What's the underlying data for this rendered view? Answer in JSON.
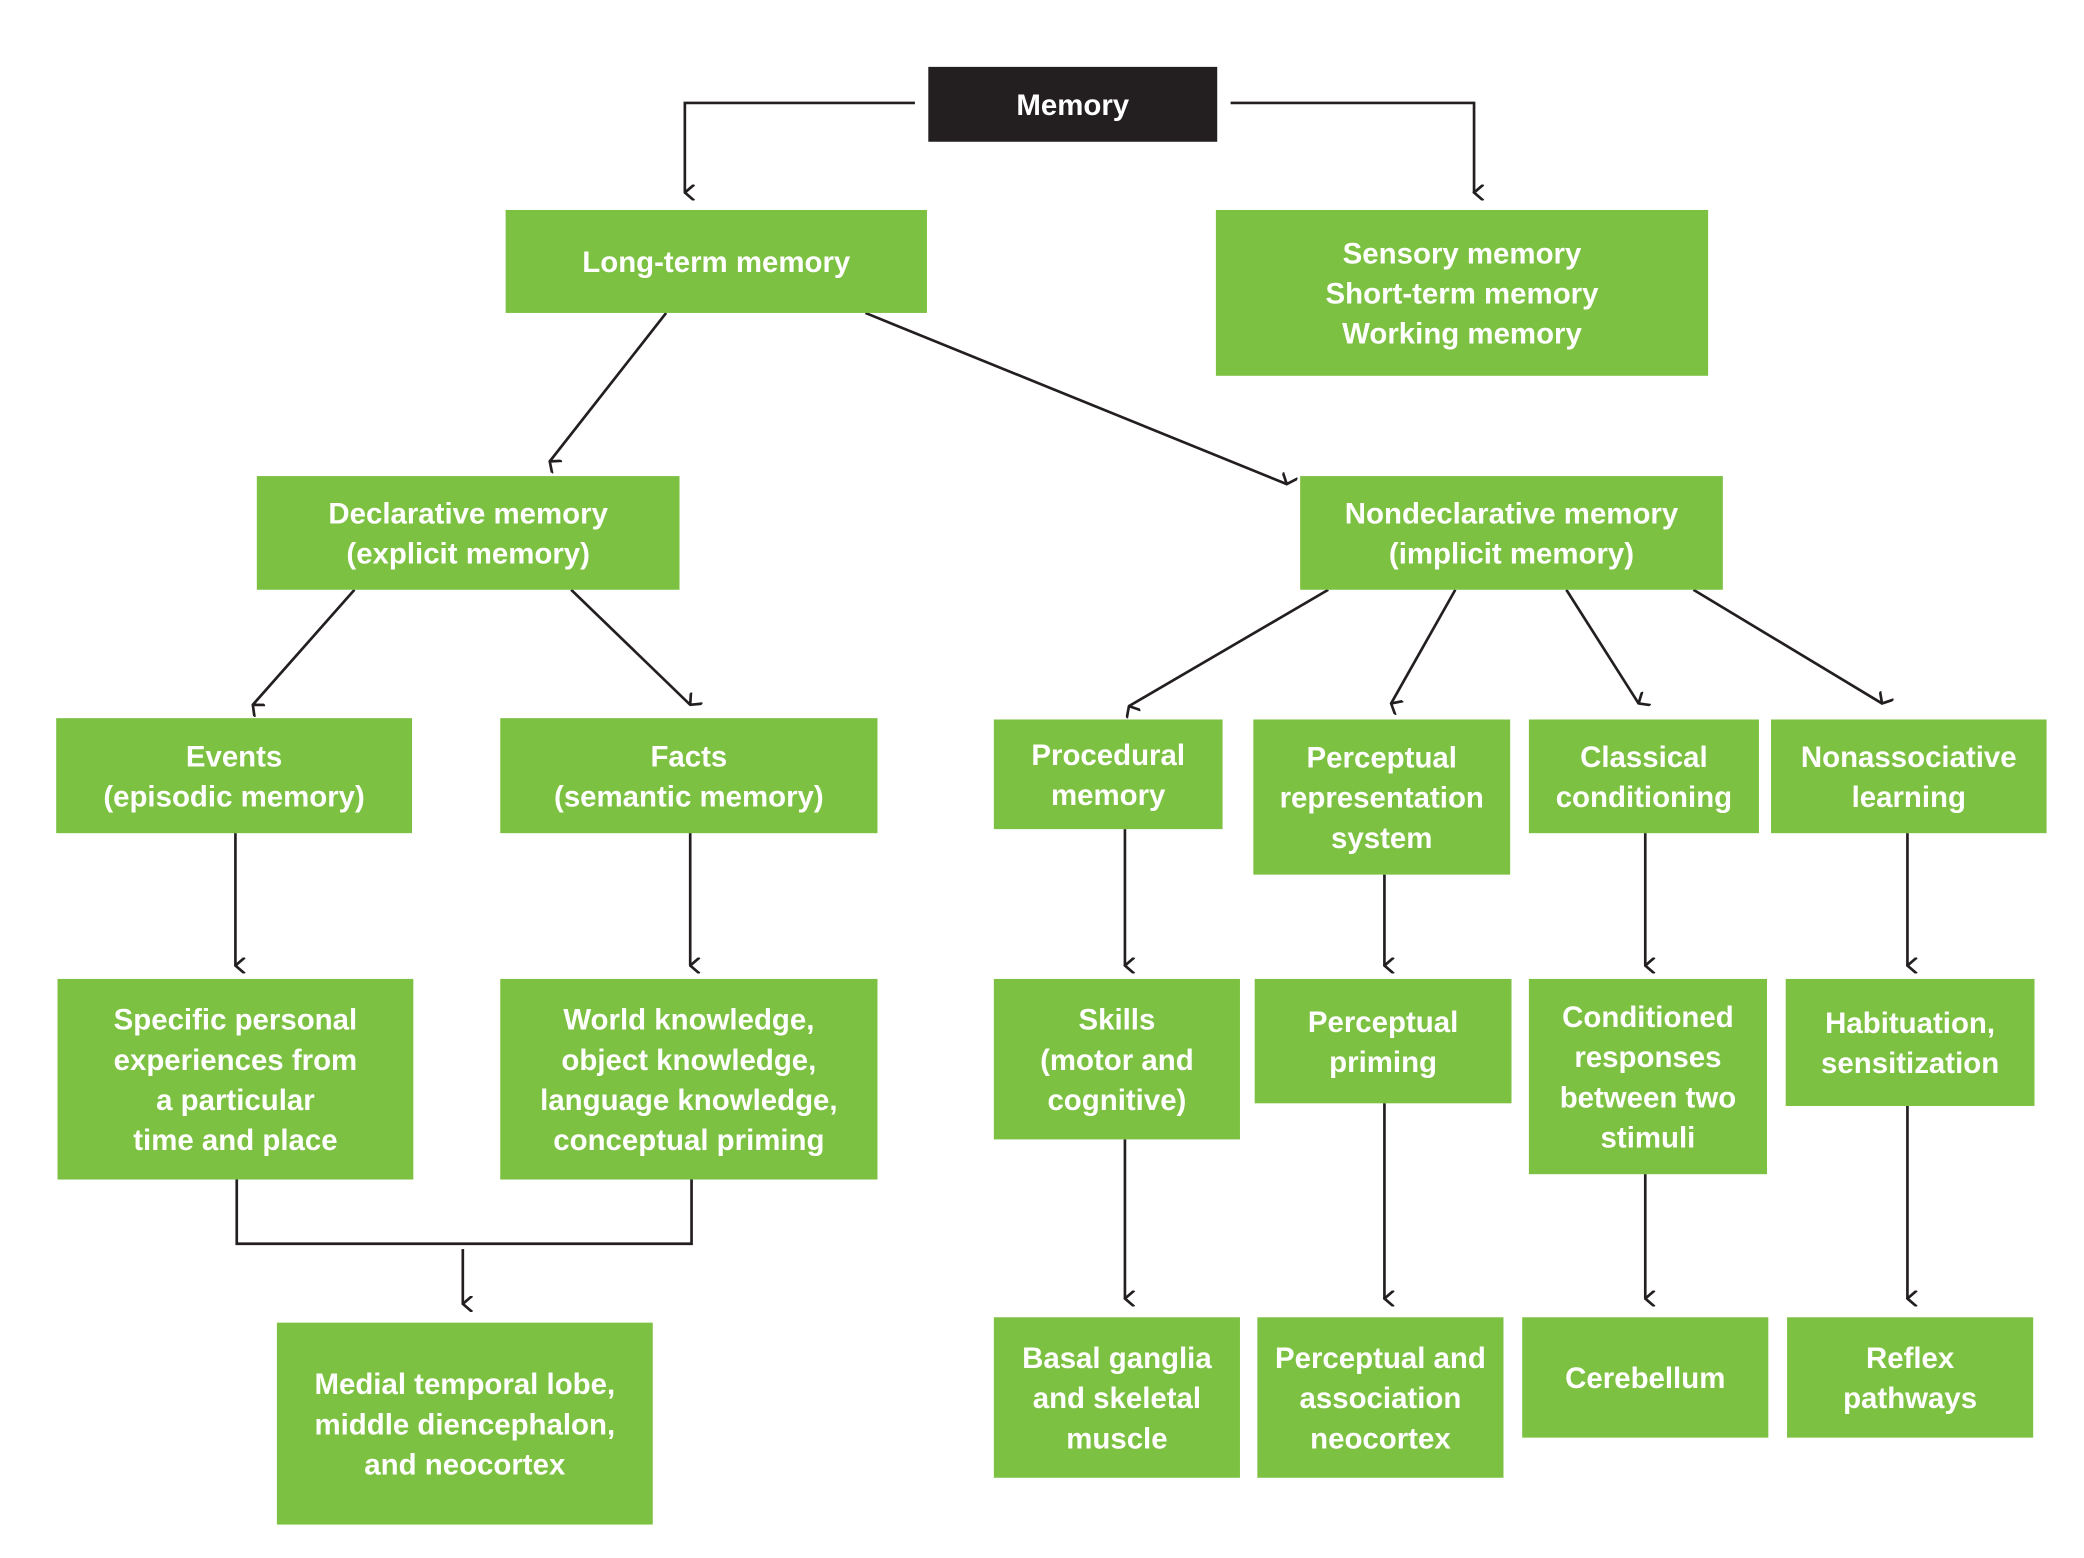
{
  "diagram": {
    "root": {
      "lines": [
        "Memory"
      ],
      "color": "#231f20"
    },
    "node_color": "#7dc142",
    "text_color": "#ffffff",
    "nodes": {
      "long_term": {
        "lines": [
          "Long-term memory"
        ]
      },
      "short_term_group": {
        "lines": [
          "Sensory memory",
          "Short-term memory",
          "Working memory"
        ]
      },
      "declarative": {
        "lines": [
          "Declarative memory",
          "(explicit memory)"
        ]
      },
      "nondeclarative": {
        "lines": [
          "Nondeclarative memory",
          "(implicit memory)"
        ]
      },
      "events": {
        "lines": [
          "Events",
          "(episodic memory)"
        ]
      },
      "facts": {
        "lines": [
          "Facts",
          "(semantic memory)"
        ]
      },
      "procedural": {
        "lines": [
          "Procedural",
          "memory"
        ]
      },
      "prs": {
        "lines": [
          "Perceptual",
          "representation",
          "system"
        ]
      },
      "classical": {
        "lines": [
          "Classical",
          "conditioning"
        ]
      },
      "nonassociative": {
        "lines": [
          "Nonassociative",
          "learning"
        ]
      },
      "episodic_desc": {
        "lines": [
          "Specific personal",
          "experiences from",
          "a particular",
          "time and place"
        ]
      },
      "semantic_desc": {
        "lines": [
          "World knowledge,",
          "object knowledge,",
          "language knowledge,",
          "conceptual priming"
        ]
      },
      "skills": {
        "lines": [
          "Skills",
          "(motor and",
          "cognitive)"
        ]
      },
      "perceptual_priming": {
        "lines": [
          "Perceptual",
          "priming"
        ]
      },
      "conditioned": {
        "lines": [
          "Conditioned",
          "responses",
          "between two",
          "stimuli"
        ]
      },
      "habituation": {
        "lines": [
          "Habituation,",
          "sensitization"
        ]
      },
      "medial_temporal": {
        "lines": [
          "Medial temporal lobe,",
          "middle diencephalon,",
          "and neocortex"
        ]
      },
      "basal_ganglia": {
        "lines": [
          "Basal ganglia",
          "and skeletal",
          "muscle"
        ]
      },
      "perceptual_assoc": {
        "lines": [
          "Perceptual and",
          "association",
          "neocortex"
        ]
      },
      "cerebellum": {
        "lines": [
          "Cerebellum"
        ]
      },
      "reflex": {
        "lines": [
          "Reflex",
          "pathways"
        ]
      }
    },
    "edges": [
      [
        "root",
        "long_term"
      ],
      [
        "root",
        "short_term_group"
      ],
      [
        "long_term",
        "declarative"
      ],
      [
        "long_term",
        "nondeclarative"
      ],
      [
        "declarative",
        "events"
      ],
      [
        "declarative",
        "facts"
      ],
      [
        "nondeclarative",
        "procedural"
      ],
      [
        "nondeclarative",
        "prs"
      ],
      [
        "nondeclarative",
        "classical"
      ],
      [
        "nondeclarative",
        "nonassociative"
      ],
      [
        "events",
        "episodic_desc"
      ],
      [
        "facts",
        "semantic_desc"
      ],
      [
        "procedural",
        "skills"
      ],
      [
        "prs",
        "perceptual_priming"
      ],
      [
        "classical",
        "conditioned"
      ],
      [
        "nonassociative",
        "habituation"
      ],
      [
        "episodic_desc",
        "medial_temporal"
      ],
      [
        "semantic_desc",
        "medial_temporal"
      ],
      [
        "skills",
        "basal_ganglia"
      ],
      [
        "perceptual_priming",
        "perceptual_assoc"
      ],
      [
        "conditioned",
        "cerebellum"
      ],
      [
        "habituation",
        "reflex"
      ]
    ]
  }
}
